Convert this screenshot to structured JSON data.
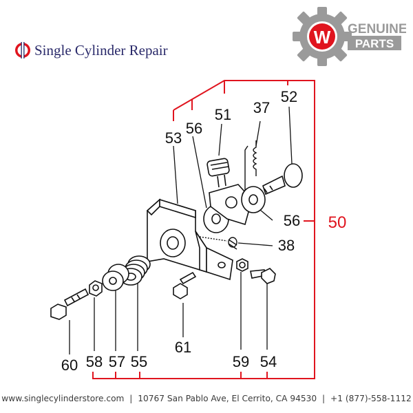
{
  "header": {
    "brand_name": "Single Cylinder Repair",
    "badge_line1": "GENUINE",
    "badge_line2": "PARTS",
    "badge_letter": "W"
  },
  "diagram": {
    "labels": {
      "p53": "53",
      "p56a": "56",
      "p51": "51",
      "p37": "37",
      "p52": "52",
      "p56b": "56",
      "p50": "50",
      "p38": "38",
      "p61": "61",
      "p60": "60",
      "p58": "58",
      "p57": "57",
      "p55": "55",
      "p59": "59",
      "p54": "54"
    }
  },
  "footer": {
    "website": "www.singlecylinderstore.com",
    "separator1": "|",
    "address": "10767 San Pablo Ave, El Cerrito, CA 94530",
    "separator2": "|",
    "phone": "+1 (877)-558-1112"
  },
  "colors": {
    "accent_red": "#e0141e",
    "line_black": "#111111",
    "badge_gray": "#9a9a9a",
    "brand_text": "#2a2a6a"
  }
}
